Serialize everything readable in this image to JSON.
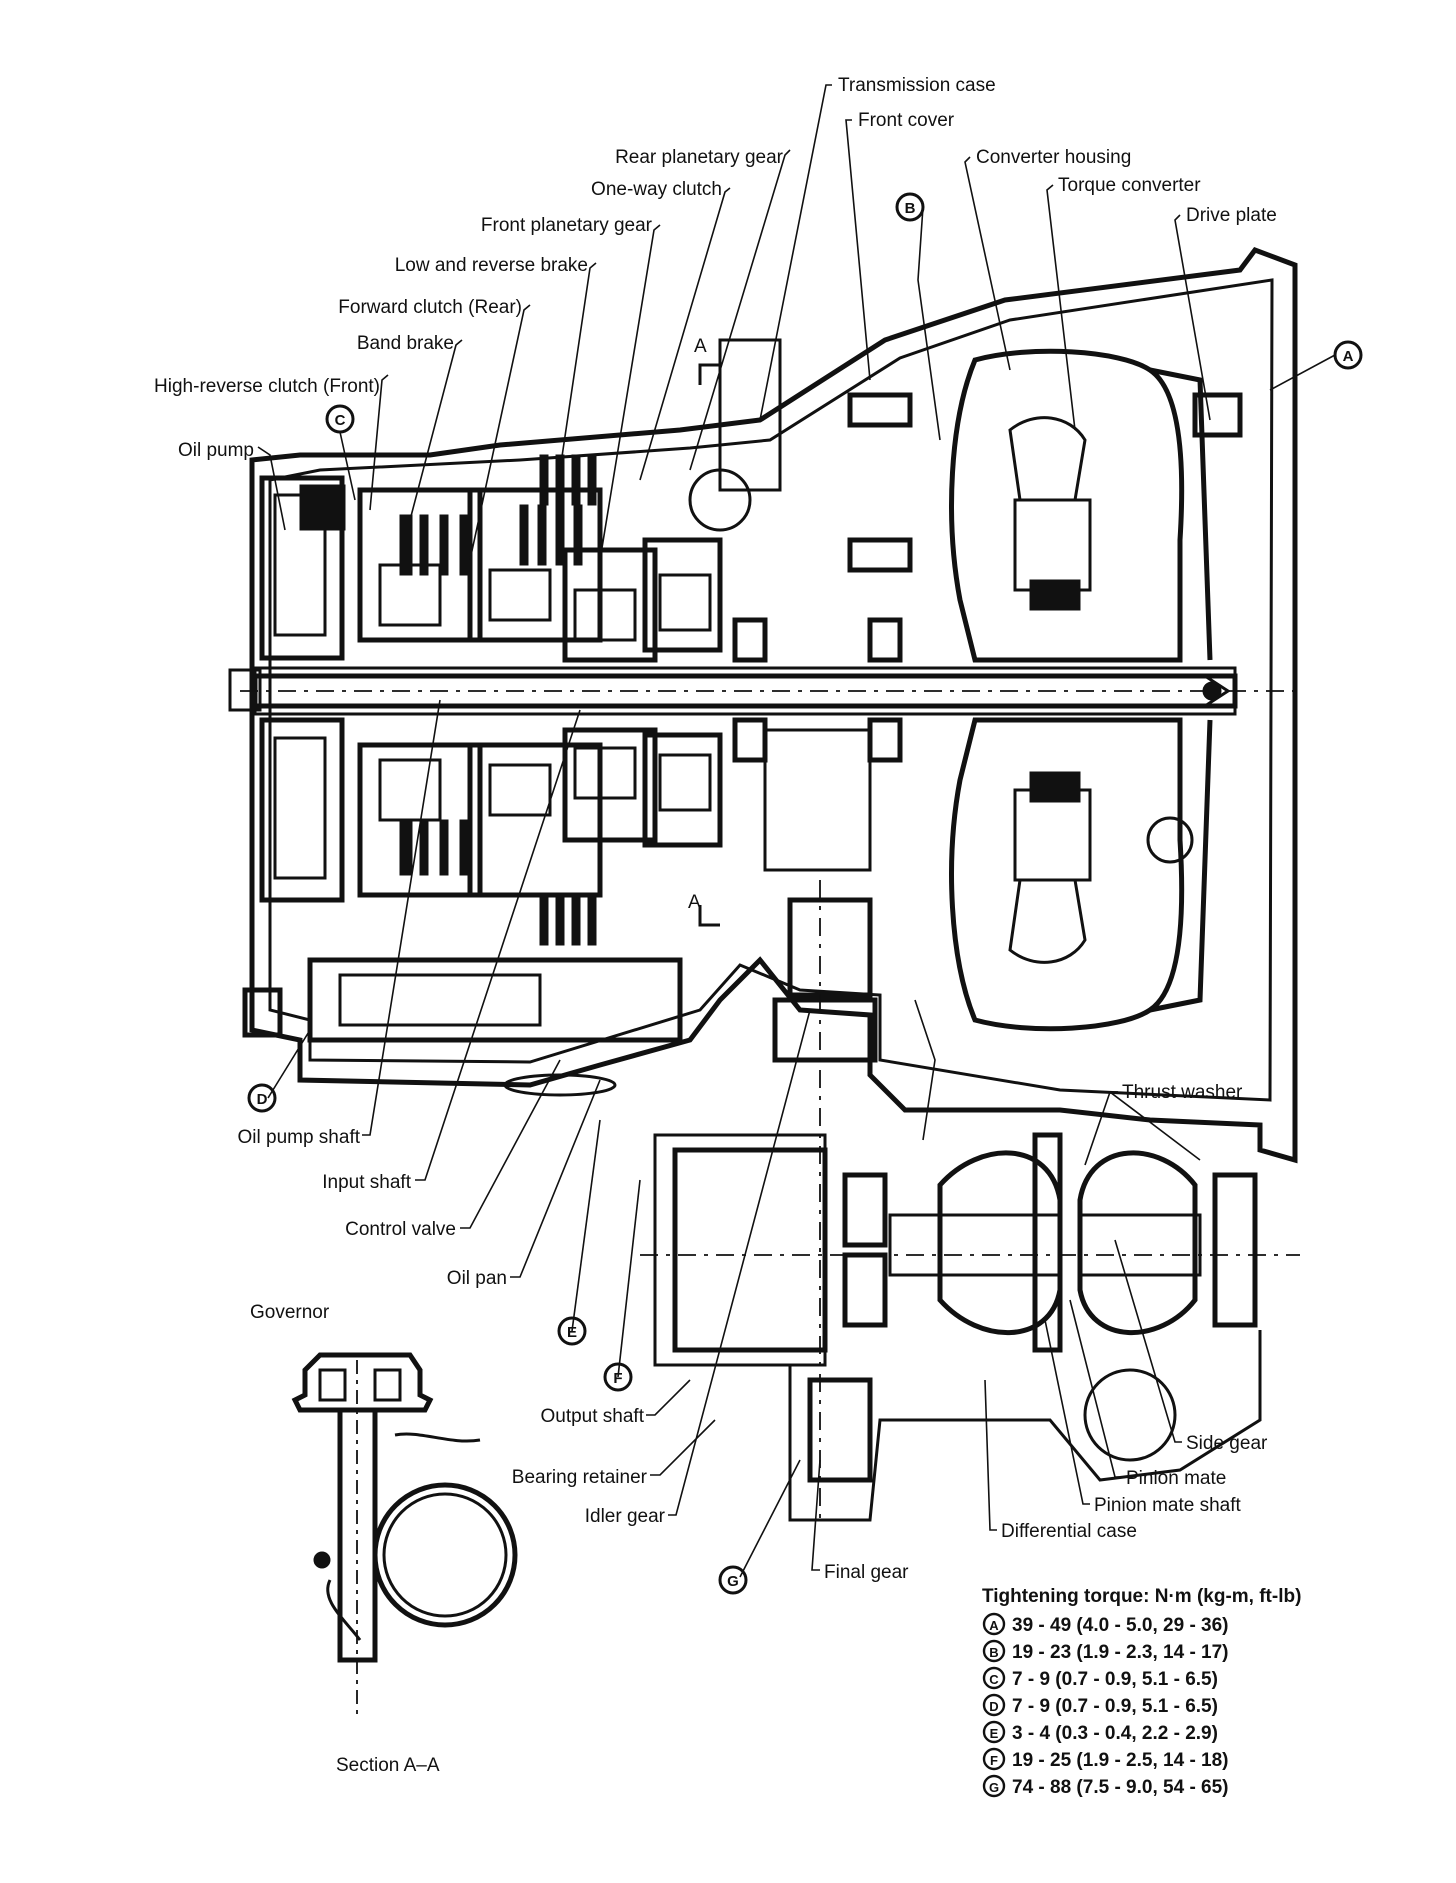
{
  "labels": {
    "transmission_case": "Transmission case",
    "front_cover": "Front cover",
    "rear_planetary_gear": "Rear planetary gear",
    "one_way_clutch": "One-way clutch",
    "converter_housing": "Converter housing",
    "torque_converter": "Torque converter",
    "front_planetary_gear": "Front planetary gear",
    "drive_plate": "Drive plate",
    "low_reverse_brake": "Low and reverse brake",
    "forward_clutch": "Forward clutch (Rear)",
    "band_brake": "Band brake",
    "high_reverse_clutch": "High-reverse clutch (Front)",
    "oil_pump": "Oil pump",
    "oil_pump_shaft": "Oil pump shaft",
    "input_shaft": "Input shaft",
    "control_valve": "Control valve",
    "oil_pan": "Oil pan",
    "output_shaft": "Output shaft",
    "bearing_retainer": "Bearing retainer",
    "idler_gear": "Idler gear",
    "final_gear": "Final gear",
    "thrust_washer": "Thrust washer",
    "side_gear": "Side gear",
    "pinion_mate": "Pinion mate",
    "pinion_mate_shaft": "Pinion mate shaft",
    "differential_case": "Differential case",
    "governor": "Governor",
    "section_aa": "Section A–A",
    "section_marker": "A"
  },
  "badges": {
    "A": "A",
    "B": "B",
    "C": "C",
    "D": "D",
    "E": "E",
    "F": "F",
    "G": "G"
  },
  "torque": {
    "heading": "Tightening torque:  N·m (kg-m, ft-lb)",
    "rows": [
      {
        "key": "A",
        "value": "39 - 49 (4.0 - 5.0, 29 - 36)"
      },
      {
        "key": "B",
        "value": "19 - 23 (1.9 - 2.3, 14 - 17)"
      },
      {
        "key": "C",
        "value": "7 - 9 (0.7 - 0.9, 5.1 - 6.5)"
      },
      {
        "key": "D",
        "value": "7 - 9 (0.7 - 0.9, 5.1 - 6.5)"
      },
      {
        "key": "E",
        "value": "3 - 4 (0.3 - 0.4, 2.2 - 2.9)"
      },
      {
        "key": "F",
        "value": "19 - 25 (1.9 - 2.5, 14 - 18)"
      },
      {
        "key": "G",
        "value": "74 - 88 (7.5 - 9.0, 54 - 65)"
      }
    ]
  }
}
